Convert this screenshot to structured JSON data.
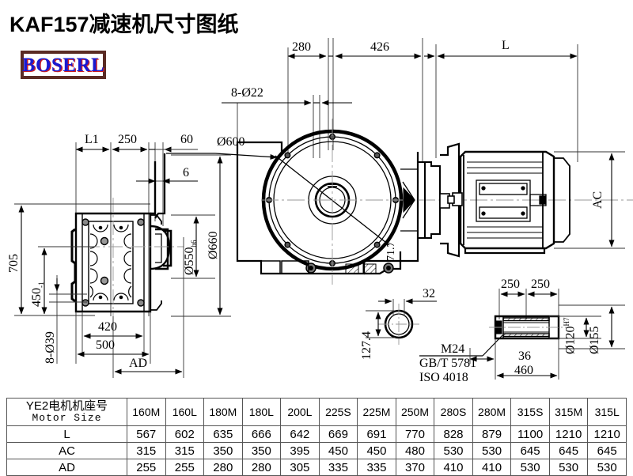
{
  "title": "KAF157减速机尺寸图纸",
  "logo": {
    "text": "BOSERL",
    "border_color": "#5a2b24",
    "text_color": "#1a1ad0",
    "shadow_color": "#d02020"
  },
  "dimensions": {
    "d280": "280",
    "d426": "426",
    "dL_top": "L",
    "d8xD22": "8-Ø22",
    "dD600": "Ø600",
    "dL1": "L1",
    "d250_left": "250",
    "d60": "60",
    "d6": "6",
    "d705": "705",
    "d450": "450",
    "d450_sub": "-1",
    "d8xD39": "8-Ø39",
    "d420": "420",
    "d500": "500",
    "dAD": "AD",
    "dD550": "Ø550",
    "dD550_sub": "h6",
    "dD660": "Ø660",
    "d71_7": "71.7",
    "dAC": "AC",
    "d32": "32",
    "d127_4": "127.4",
    "dM24": "M24",
    "dGBT": "GB/T  5781",
    "dISO": "ISO  4018",
    "d250_a": "250",
    "d250_b": "250",
    "d36": "36",
    "d460": "460",
    "dD120": "Ø120",
    "dD120_sup": "H7",
    "dD155": "Ø155"
  },
  "table": {
    "header_cn": "YE2电机机座号",
    "header_en": "Motor Size",
    "columns": [
      "160M",
      "160L",
      "180M",
      "180L",
      "200L",
      "225S",
      "225M",
      "250M",
      "280S",
      "280M",
      "315S",
      "315M",
      "315L"
    ],
    "rows": [
      {
        "label": "L",
        "values": [
          "567",
          "602",
          "635",
          "666",
          "642",
          "669",
          "691",
          "770",
          "828",
          "879",
          "1100",
          "1210",
          "1210"
        ]
      },
      {
        "label": "AC",
        "values": [
          "315",
          "315",
          "350",
          "350",
          "395",
          "450",
          "450",
          "480",
          "530",
          "530",
          "645",
          "645",
          "645"
        ]
      },
      {
        "label": "AD",
        "values": [
          "255",
          "255",
          "280",
          "280",
          "305",
          "335",
          "335",
          "370",
          "410",
          "410",
          "530",
          "530",
          "530"
        ]
      }
    ]
  }
}
